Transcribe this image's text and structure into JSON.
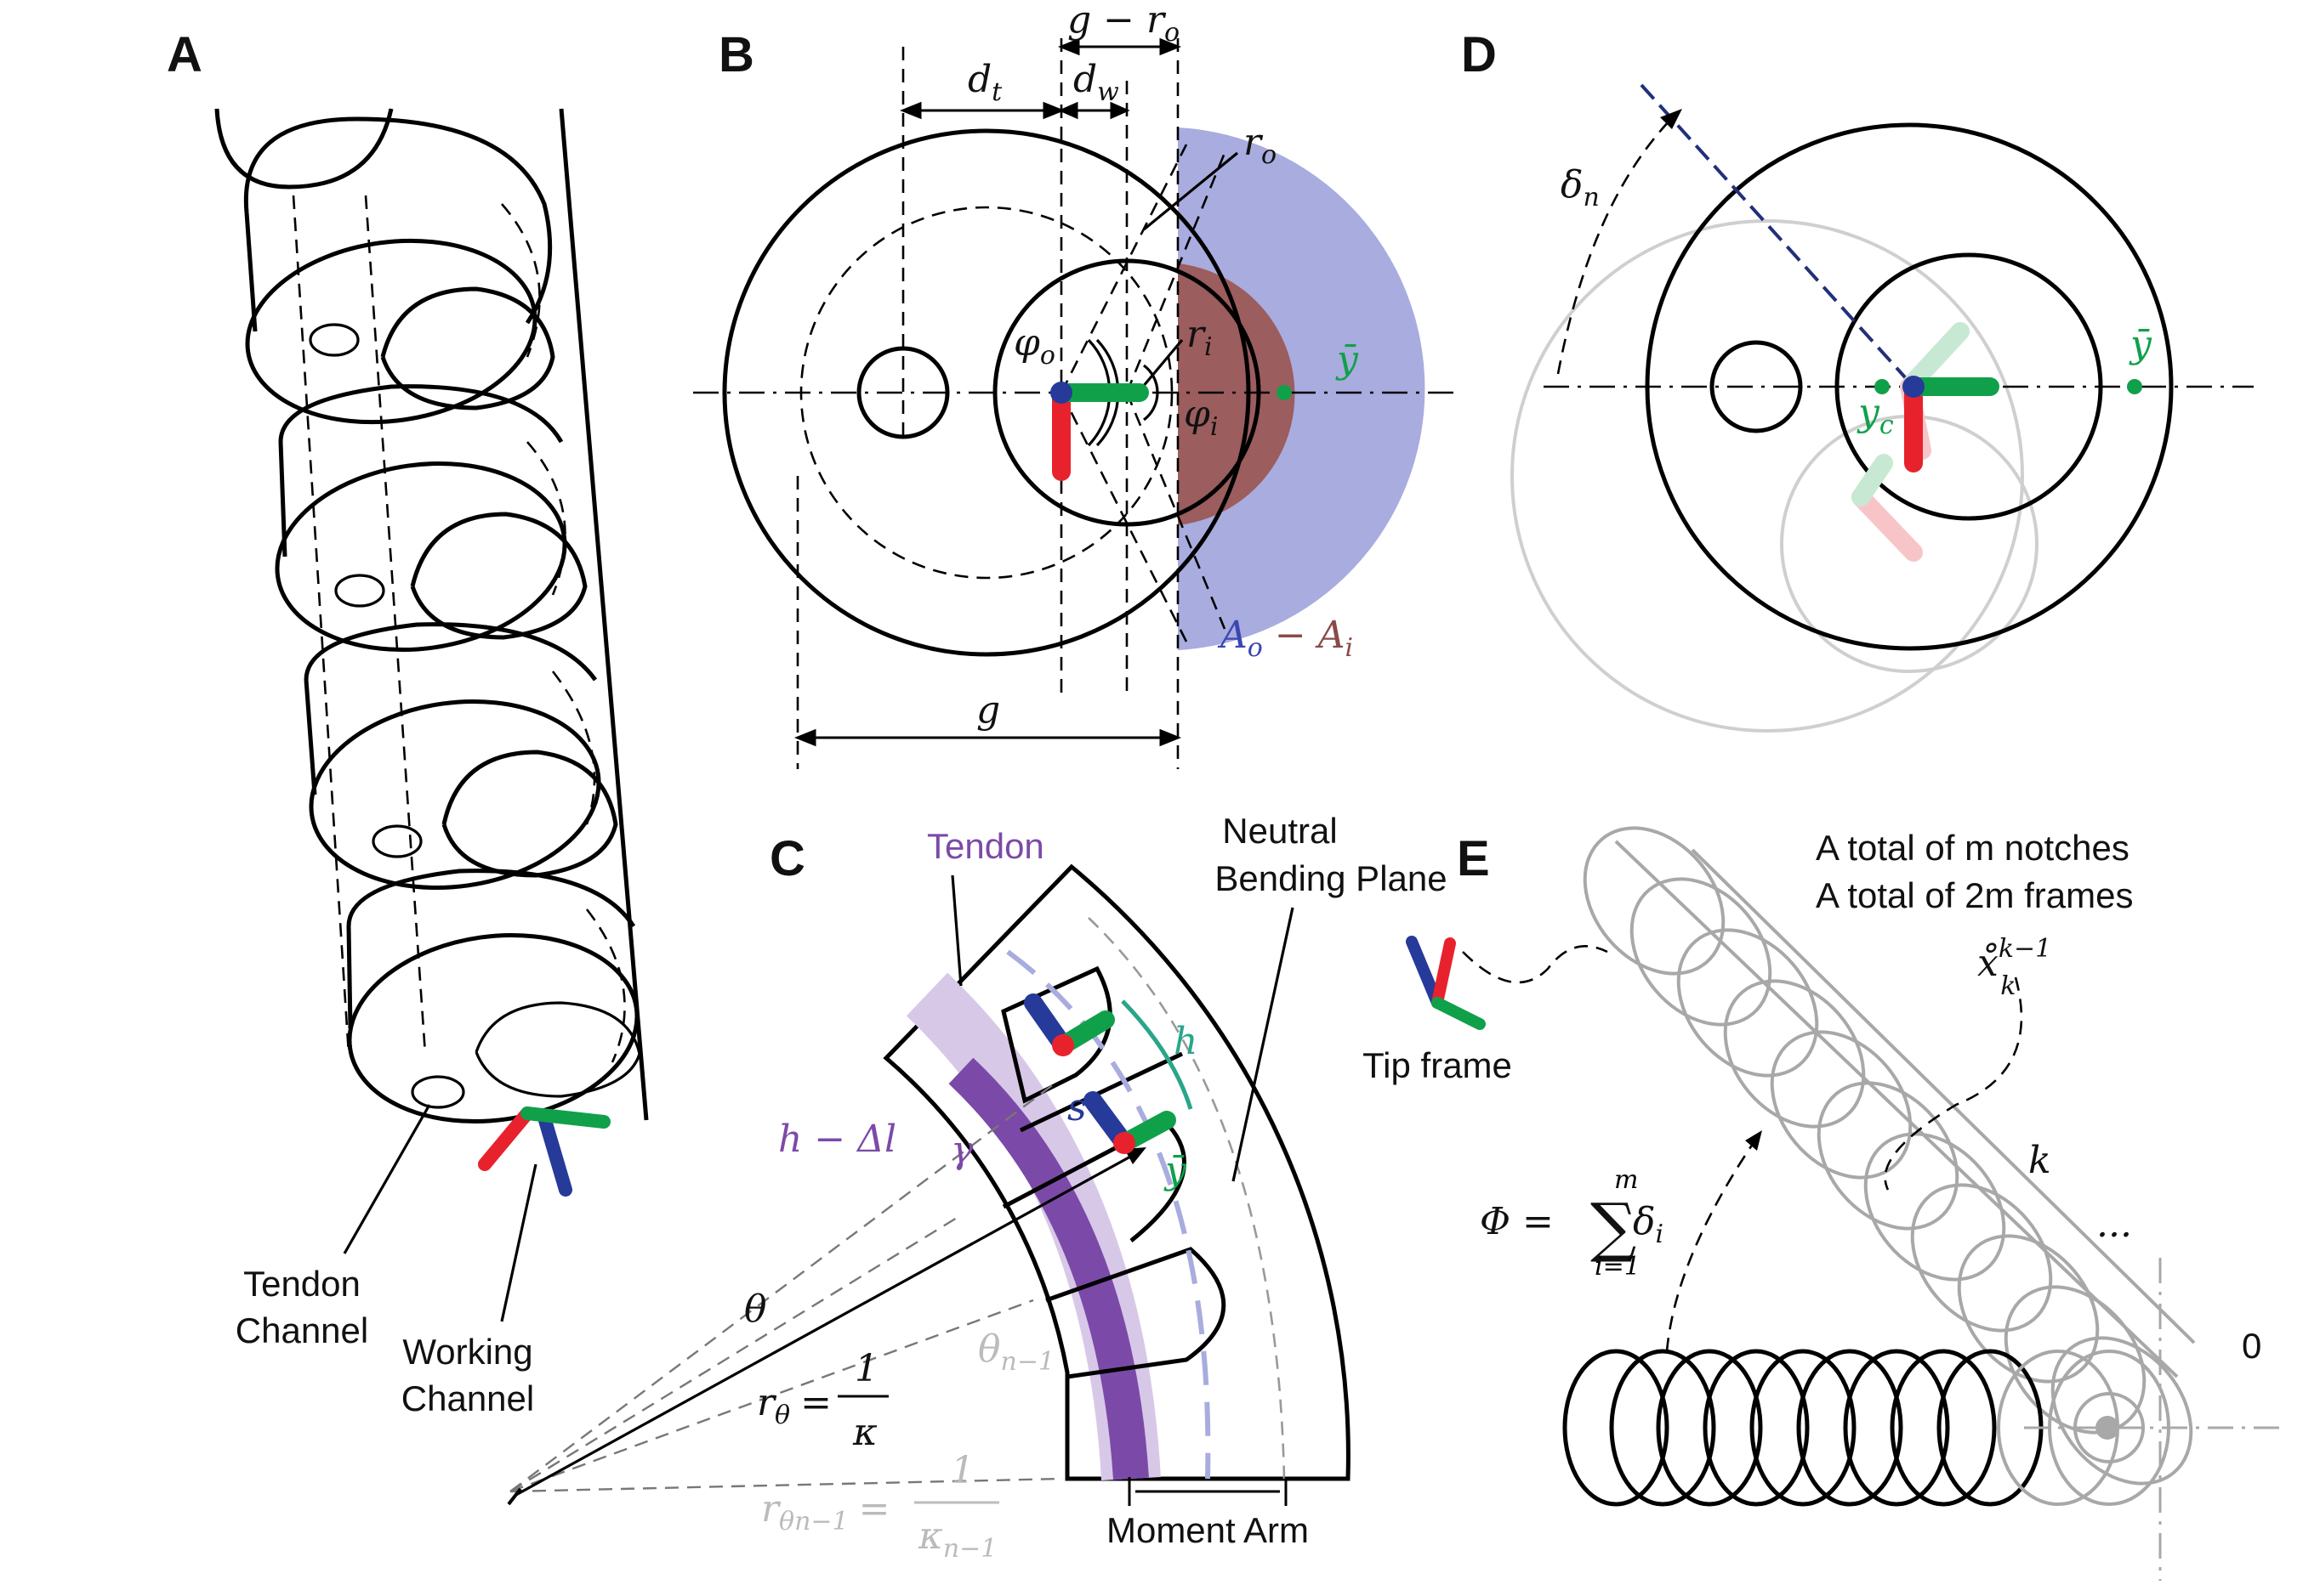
{
  "panels": {
    "a": "A",
    "b": "B",
    "c": "C",
    "d": "D",
    "e": "E"
  },
  "panel_a": {
    "tendon_channel": [
      "Tendon",
      "Channel"
    ],
    "working_channel": [
      "Working",
      "Channel"
    ]
  },
  "panel_b": {
    "g_minus_ro": "g − r",
    "g_minus_ro_sub": "o",
    "dt": "d",
    "dt_sub": "t",
    "dw": "d",
    "dw_sub": "w",
    "ro": "r",
    "ro_sub": "o",
    "ri": "r",
    "ri_sub": "i",
    "phi_o": "φ",
    "phi_o_sub": "o",
    "phi_i": "φ",
    "phi_i_sub": "i",
    "ybar": "ȳ",
    "g": "g",
    "area_a": "A",
    "area_a_sub": "o",
    "area_minus": " − ",
    "area_b": "A",
    "area_b_sub": "i"
  },
  "panel_c": {
    "tendon": "Tendon",
    "neutral": [
      "Neutral",
      "Bending Plane"
    ],
    "h": "h",
    "s": "s",
    "ybar": "ȳ",
    "h_dl": "h − Δl",
    "gamma": "γ",
    "theta": "θ",
    "theta_n1": "θ",
    "theta_n1_sub": "n−1",
    "r_theta": "r",
    "r_theta_sub": "θ",
    "eq": "=",
    "one": "1",
    "kappa": "κ",
    "r_theta_n1": "r",
    "r_theta_n1_sub": "θn−1",
    "kappa_n1": "κ",
    "kappa_n1_sub": "n−1",
    "moment_arm": "Moment Arm"
  },
  "panel_d": {
    "delta_n": "δ",
    "delta_n_sub": "n",
    "ybar": "ȳ",
    "yc": "y",
    "yc_sub": "c"
  },
  "panel_e": {
    "total_notches": "A total of  m  notches",
    "total_frames": "A total of 2m frames",
    "x_label": "x̊",
    "x_sup": "k−1",
    "x_sub": "k",
    "tip_frame": "Tip frame",
    "k": "k",
    "dots": "...",
    "zero": "0",
    "phi": "Φ =",
    "sum": "∑",
    "sum_top": "m",
    "sum_bottom": "i=1",
    "delta_i": "δ",
    "delta_i_sub": "i"
  },
  "colors": {
    "red": "#e8222d",
    "green": "#11a04a",
    "blue": "#263a9a",
    "outer_area": "#a9acde",
    "inner_area": "#9b5d5d",
    "tendon_purple": "#7b4aa8",
    "tendon_light": "#d8c8e8",
    "h_teal": "#2aa58a",
    "navy_dash": "#22307a"
  }
}
